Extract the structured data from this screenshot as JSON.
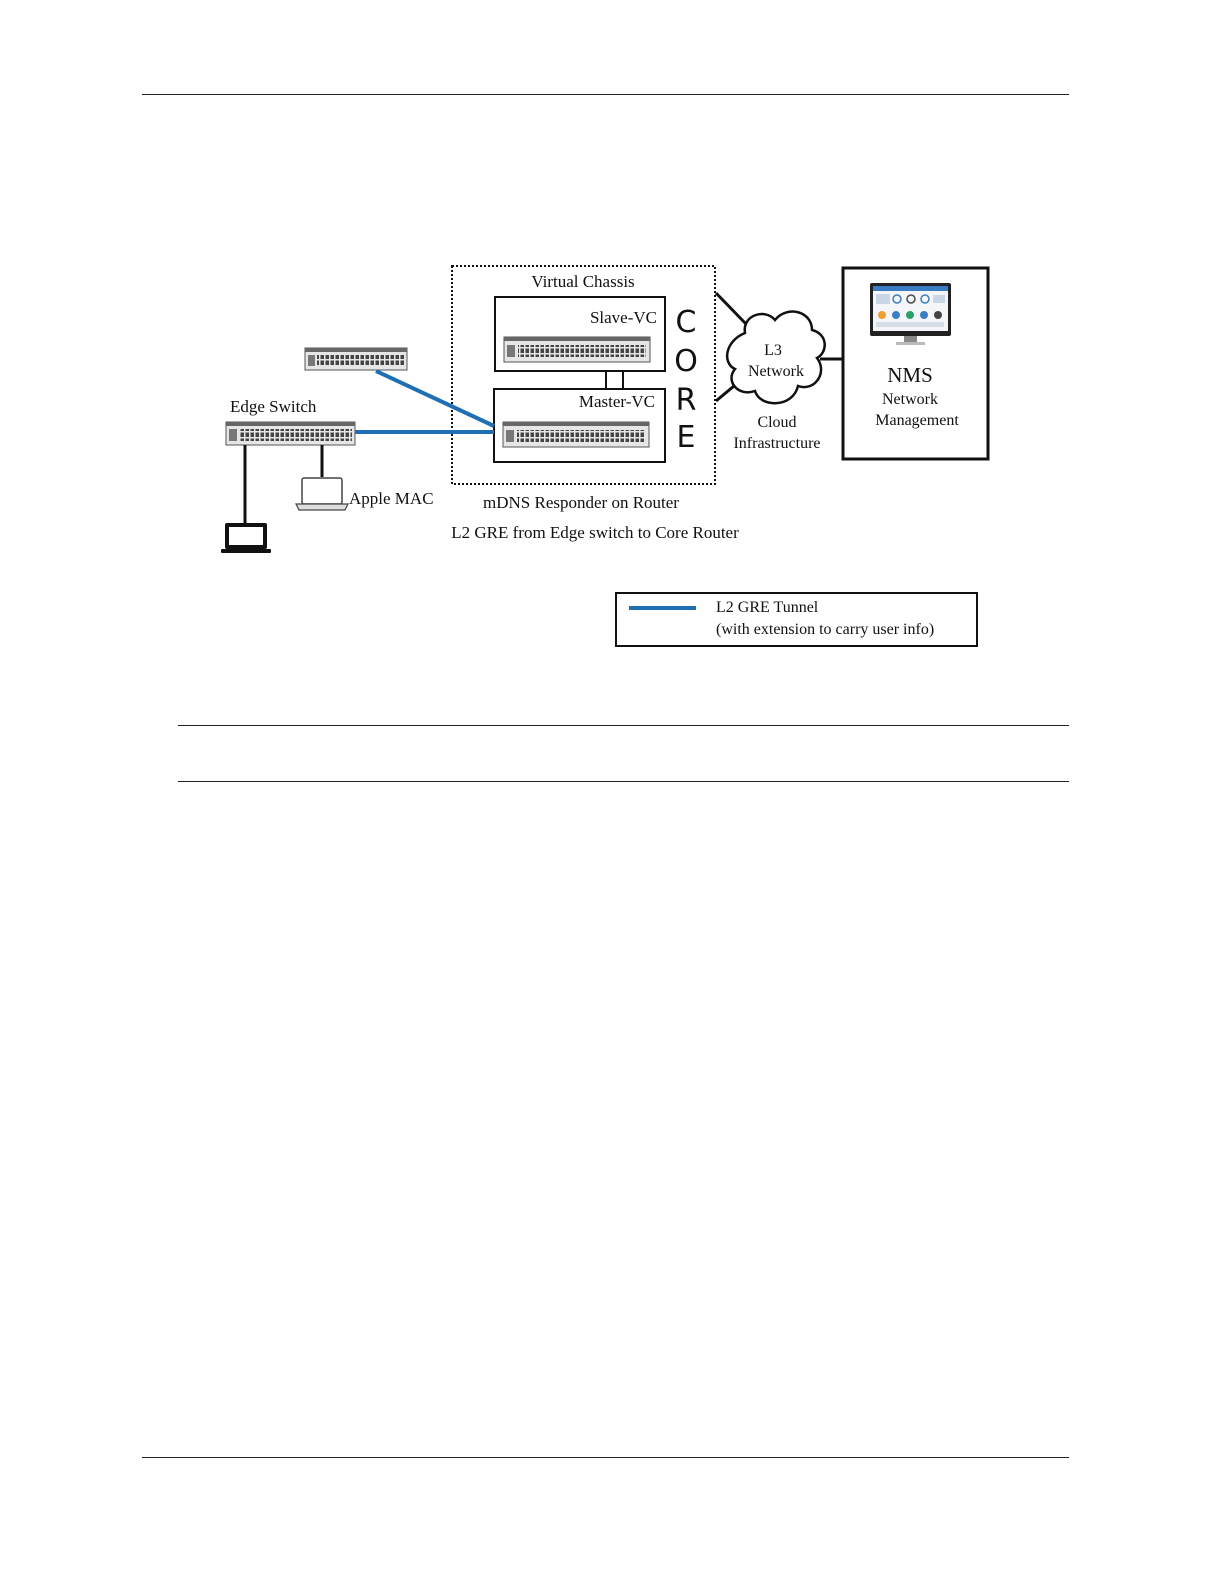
{
  "diagram": {
    "virtual_chassis": "Virtual Chassis",
    "slave_vc": "Slave-VC",
    "master_vc": "Master-VC",
    "core_letters": [
      "C",
      "O",
      "R",
      "E"
    ],
    "edge_switch": "Edge Switch",
    "apple_mac": "Apple MAC",
    "mdns": "mDNS Responder on Router",
    "l2gre_caption": "L2 GRE from Edge switch to Core Router",
    "cloud_l3": "L3",
    "cloud_network": "Network",
    "cloud_caption_1": "Cloud",
    "cloud_caption_2": "Infrastructure",
    "nms_title": "NMS",
    "nms_line1": "Network",
    "nms_line2": "Management",
    "legend_line1": "L2 GRE Tunnel",
    "legend_line2": "(with extension to carry user info)",
    "colors": {
      "tunnel": "#1f6fb5",
      "line": "#222222"
    }
  }
}
